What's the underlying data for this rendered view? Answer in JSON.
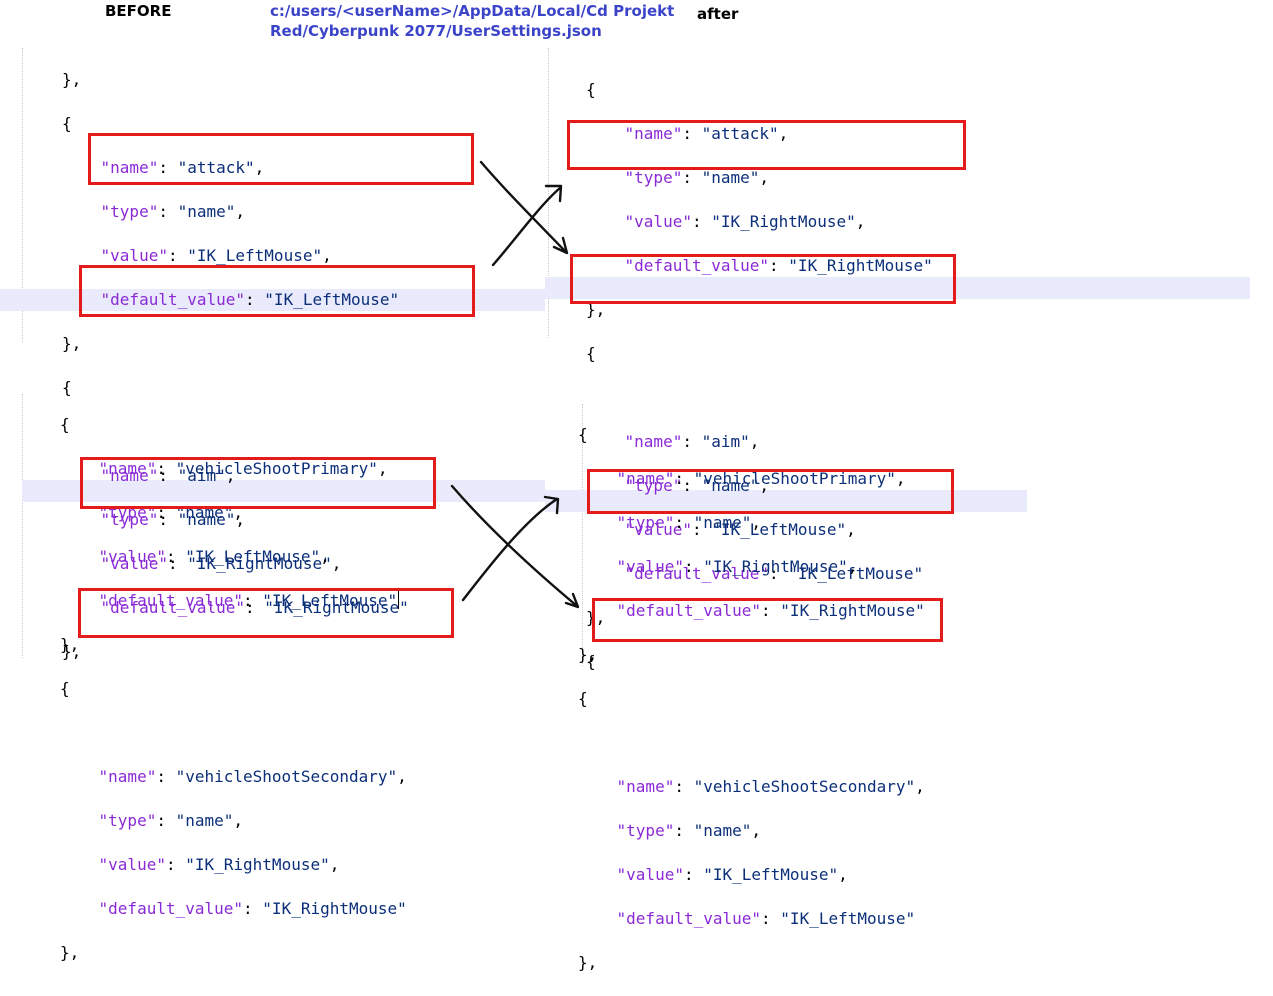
{
  "header": {
    "before_label": "BEFORE",
    "path_line1": "c:/users/<userName>/AppData/Local/Cd Projekt",
    "path_line2": "Red/Cyberpunk 2077/UserSettings.json",
    "after_label": "after"
  },
  "before_top": {
    "brace_close_1": "},",
    "brace_open_1": "{",
    "attack_name_key": "\"name\"",
    "attack_name_val": "\"attack\"",
    "attack_type_key": "\"type\"",
    "attack_type_val": "\"name\"",
    "attack_value_key": "\"value\"",
    "attack_value_val": "\"IK_LeftMouse\"",
    "attack_default_key": "\"default_value\"",
    "attack_default_val": "\"IK_LeftMouse\"",
    "brace_close_2": "},",
    "brace_open_2": "{",
    "aim_name_key": "\"name\"",
    "aim_name_val": "\"aim\"",
    "aim_type_key": "\"type\"",
    "aim_type_val": "\"name\"",
    "aim_value_key": "\"value\"",
    "aim_value_val": "\"IK_RightMouse\"",
    "aim_default_key": "\"default_value\"",
    "aim_default_val": "\"IK_RightMouse\"",
    "brace_close_3": "},"
  },
  "after_top": {
    "brace_open_1": "{",
    "attack_name_key": "\"name\"",
    "attack_name_val": "\"attack\"",
    "attack_type_key": "\"type\"",
    "attack_type_val": "\"name\"",
    "attack_value_key": "\"value\"",
    "attack_value_val": "\"IK_RightMouse\"",
    "attack_default_key": "\"default_value\"",
    "attack_default_val": "\"IK_RightMouse\"",
    "brace_close_1": "},",
    "brace_open_2": "{",
    "aim_name_key": "\"name\"",
    "aim_name_val": "\"aim\"",
    "aim_type_key": "\"type\"",
    "aim_type_val": "\"name\"",
    "aim_value_key": "\"value\"",
    "aim_value_val": "\"IK_LeftMouse\"",
    "aim_default_key": "\"default_value\"",
    "aim_default_val": "\"IK_LeftMouse\"",
    "brace_close_2": "},",
    "brace_open_3": "{"
  },
  "before_bottom": {
    "brace_open_1": "{",
    "primary_name_key": "\"name\"",
    "primary_name_val": "\"vehicleShootPrimary\"",
    "primary_type_key": "\"type\"",
    "primary_type_val": "\"name\"",
    "primary_value_key": "\"value\"",
    "primary_value_val": "\"IK_LeftMouse\"",
    "primary_default_key": "\"default_value\"",
    "primary_default_val": "\"IK_LeftMouse\"",
    "brace_close_1": "},",
    "brace_open_2": "{",
    "secondary_name_key": "\"name\"",
    "secondary_name_val": "\"vehicleShootSecondary\"",
    "secondary_type_key": "\"type\"",
    "secondary_type_val": "\"name\"",
    "secondary_value_key": "\"value\"",
    "secondary_value_val": "\"IK_RightMouse\"",
    "secondary_default_key": "\"default_value\"",
    "secondary_default_val": "\"IK_RightMouse\"",
    "brace_close_2": "},"
  },
  "after_bottom": {
    "brace_open_1": "{",
    "primary_name_key": "\"name\"",
    "primary_name_val": "\"vehicleShootPrimary\"",
    "primary_type_key": "\"type\"",
    "primary_type_val": "\"name\"",
    "primary_value_key": "\"value\"",
    "primary_value_val": "\"IK_RightMouse\"",
    "primary_default_key": "\"default_value\"",
    "primary_default_val": "\"IK_RightMouse\"",
    "brace_close_1": "},",
    "brace_open_2": "{",
    "secondary_name_key": "\"name\"",
    "secondary_name_val": "\"vehicleShootSecondary\"",
    "secondary_type_key": "\"type\"",
    "secondary_type_val": "\"name\"",
    "secondary_value_key": "\"value\"",
    "secondary_value_val": "\"IK_LeftMouse\"",
    "secondary_default_key": "\"default_value\"",
    "secondary_default_val": "\"IK_LeftMouse\"",
    "brace_close_2": "},"
  },
  "colors": {
    "json_key": "#8a2ad6",
    "json_string": "#0c2f7a",
    "highlight_box": "#e51a1a",
    "current_line": "#e9eafb",
    "path_text": "#3b44c9"
  }
}
